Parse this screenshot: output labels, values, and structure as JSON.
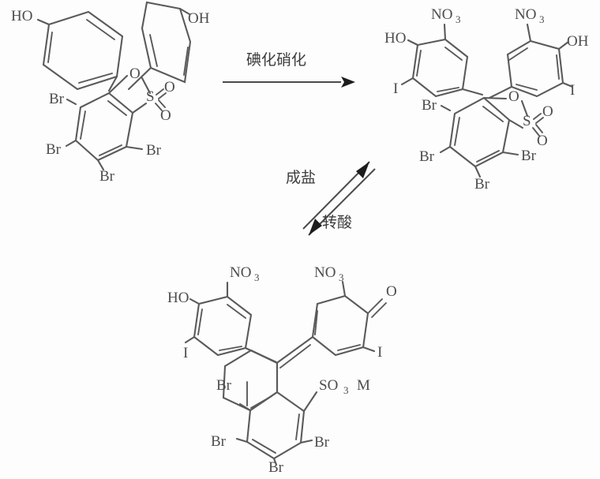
{
  "figure": {
    "title": "Synthesis scheme for iodinated nitrated bromophenol sulfonephthalein dye",
    "background_color": "#fdfdfd",
    "line_color": "#5a5a5a"
  },
  "reaction_arrows": [
    {
      "id": "main-arrow",
      "type": "forward",
      "label_above": "碘化硝化",
      "label_below": ""
    },
    {
      "id": "equilibrium-arrow",
      "type": "equilibrium",
      "label_upper": "成盐",
      "label_lower": "转酸"
    }
  ],
  "structures": {
    "reactant": {
      "id": "tetrabromophenol-sulfonephthalein",
      "labels": {
        "phenol_left_oh": "HO",
        "phenol_right_oh": "OH",
        "lactone_o": "O",
        "sulfur": "S",
        "sulfonyl_o_upper": "O",
        "sulfonyl_o_lower": "O",
        "br_upper_left": "Br",
        "br_lower_left": "Br",
        "br_bottom": "Br",
        "br_right": "Br"
      }
    },
    "product": {
      "id": "diiodo-dinitro-tetrabromophenol-sulfonephthalein",
      "labels": {
        "nitro_left": "NO",
        "nitro_left_sub": "3",
        "nitro_right": "NO",
        "nitro_right_sub": "3",
        "phenol_left_oh": "HO",
        "phenol_right_oh": "OH",
        "iodine_left": "I",
        "iodine_right": "I",
        "lactone_o": "O",
        "sulfur": "S",
        "sulfonyl_o_upper": "O",
        "sulfonyl_o_lower": "O",
        "br_upper_left": "Br",
        "br_lower_left": "Br",
        "br_bottom": "Br",
        "br_right": "Br"
      }
    },
    "salt": {
      "id": "quinoid-sulfonate-salt",
      "labels": {
        "nitro_left": "NO",
        "nitro_left_sub": "3",
        "nitro_right": "NO",
        "nitro_right_sub": "3",
        "phenol_oh": "HO",
        "quinone_o": "O",
        "iodine_left": "I",
        "iodine_right": "I",
        "sulfonate": "SO",
        "sulfonate_sub": "3",
        "counter_ion": "M",
        "br_upper_left": "Br",
        "br_lower_left": "Br",
        "br_bottom": "Br",
        "br_right": "Br"
      }
    }
  }
}
